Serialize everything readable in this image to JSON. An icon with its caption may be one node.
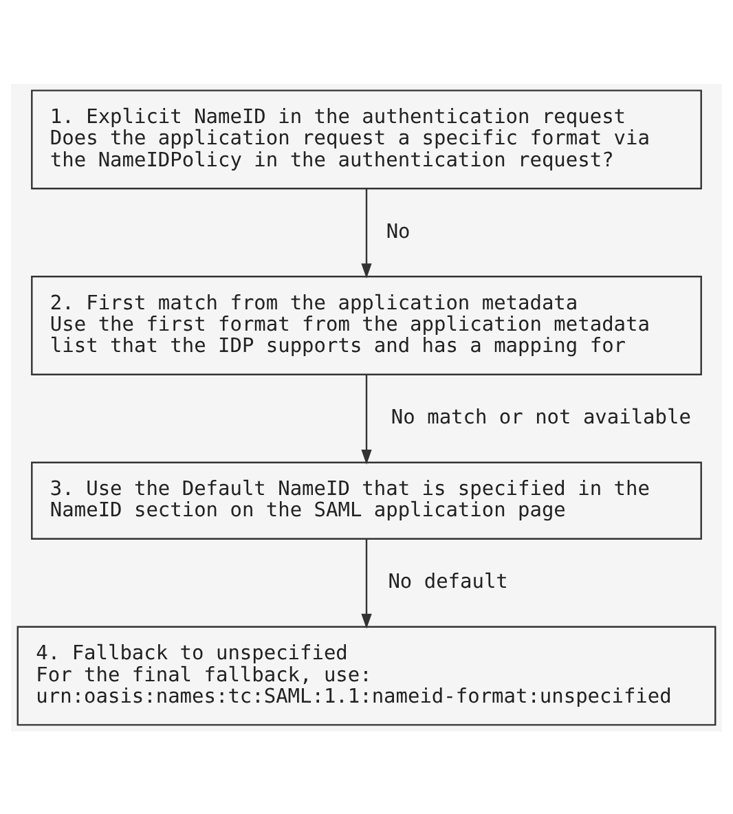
{
  "diagram": {
    "nodes": [
      {
        "text": [
          "1. Explicit NameID in the authentication request",
          "Does the application request a specific format via the NameIDPolicy in the authentication request?"
        ]
      },
      {
        "text": [
          "2. First match from the application metadata",
          "Use the first format from the application metadata list that the IDP supports and has a mapping for"
        ]
      },
      {
        "text": [
          "3. Use the Default NameID that is specified in the NameID section on the SAML application page"
        ]
      },
      {
        "text": [
          "4. Fallback to unspecified",
          "For the final fallback, use: urn:oasis:names:tc:SAML:1.1:nameid-format:unspecified"
        ]
      }
    ],
    "edges": [
      {
        "from": 0,
        "to": 1,
        "arrow": "to",
        "label": "No"
      },
      {
        "from": 1,
        "to": 2,
        "arrow": "to",
        "label": "No match or not available"
      },
      {
        "from": 2,
        "to": 3,
        "arrow": "to",
        "label": "No default"
      }
    ]
  }
}
